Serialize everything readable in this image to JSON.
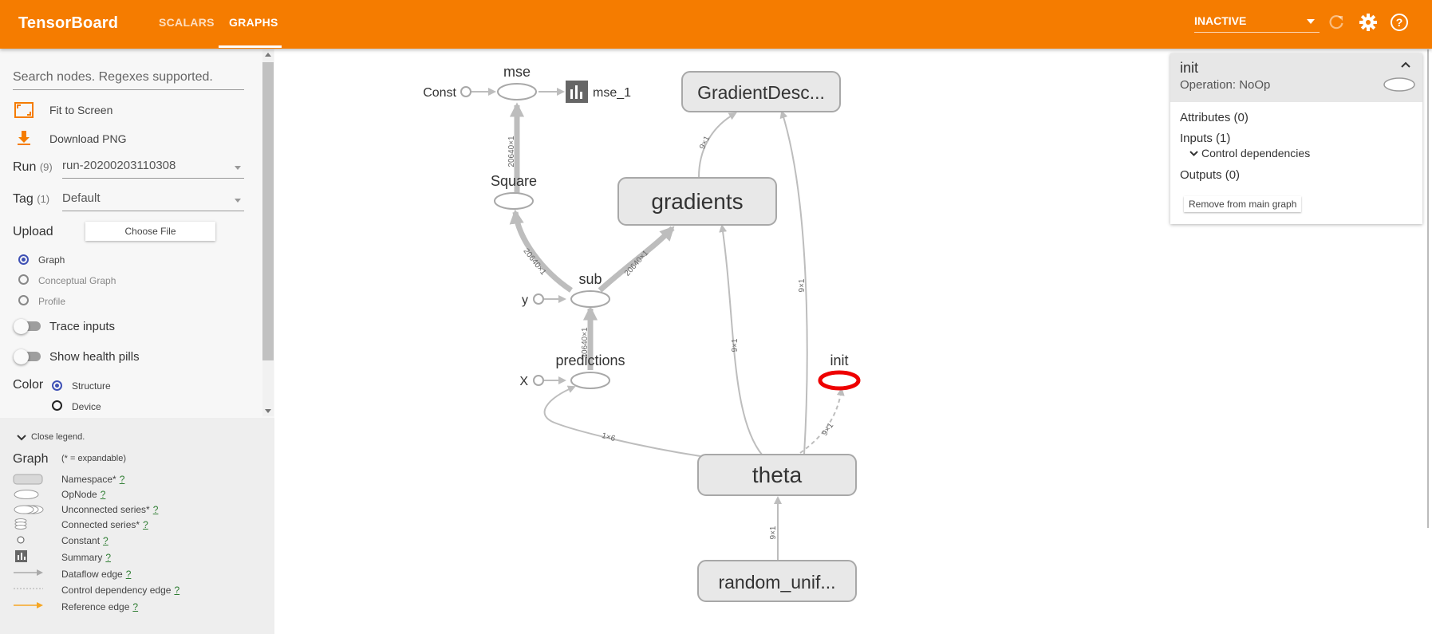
{
  "app": {
    "brand": "TensorBoard"
  },
  "nav": {
    "tabs": [
      {
        "label": "SCALARS"
      },
      {
        "label": "GRAPHS"
      }
    ]
  },
  "status": {
    "label": "INACTIVE"
  },
  "sidebar": {
    "search_placeholder": "Search nodes. Regexes supported.",
    "fit_label": "Fit to Screen",
    "download_label": "Download PNG",
    "run_label": "Run",
    "run_count": "(9)",
    "run_value": "run-20200203110308",
    "tag_label": "Tag",
    "tag_count": "(1)",
    "tag_value": "Default",
    "upload_label": "Upload",
    "choose_file": "Choose File",
    "modes": [
      {
        "label": "Graph"
      },
      {
        "label": "Conceptual Graph"
      },
      {
        "label": "Profile"
      }
    ],
    "trace_inputs": "Trace inputs",
    "health_pills": "Show health pills",
    "color_label": "Color",
    "color_options": [
      {
        "label": "Structure"
      },
      {
        "label": "Device"
      }
    ]
  },
  "legend": {
    "close": "Close legend.",
    "graph_label": "Graph",
    "expandable_note": "(* = expandable)",
    "help": "?",
    "items": [
      {
        "label": "Namespace*"
      },
      {
        "label": "OpNode"
      },
      {
        "label": "Unconnected series*"
      },
      {
        "label": "Connected series*"
      },
      {
        "label": "Constant"
      },
      {
        "label": "Summary"
      },
      {
        "label": "Dataflow edge"
      },
      {
        "label": "Control dependency edge"
      },
      {
        "label": "Reference edge"
      }
    ]
  },
  "graph": {
    "nodes": {
      "mse": "mse",
      "const": "Const",
      "mse_1": "mse_1",
      "gradient_desc": "GradientDesc...",
      "square": "Square",
      "gradients": "gradients",
      "sub": "sub",
      "y": "y",
      "predictions": "predictions",
      "x": "X",
      "init": "init",
      "theta": "theta",
      "random_unif": "random_unif..."
    },
    "edge_labels": {
      "square_mse": "20640×1",
      "sub_square": "20640×1",
      "sub_gradients": "20640×1",
      "pred_sub": "20640×1",
      "grad_gd": "9×1",
      "theta_gd": "9×1",
      "theta_grad": "9×1",
      "theta_init": "9×1",
      "theta_pred": "1×6",
      "rand_theta": "9×1"
    },
    "colors": {
      "edge": "#bdbdbd",
      "node_fill": "#e8e8e8",
      "node_stroke": "#a8a8a8",
      "selected": "#ee0000"
    }
  },
  "info_card": {
    "title": "init",
    "operation": "Operation: NoOp",
    "attributes": "Attributes (0)",
    "inputs": "Inputs (1)",
    "control_deps": "Control dependencies",
    "outputs": "Outputs (0)",
    "remove_button": "Remove from main graph"
  },
  "colors": {
    "accent": "#f57c00",
    "radio": "#3f51b5"
  }
}
